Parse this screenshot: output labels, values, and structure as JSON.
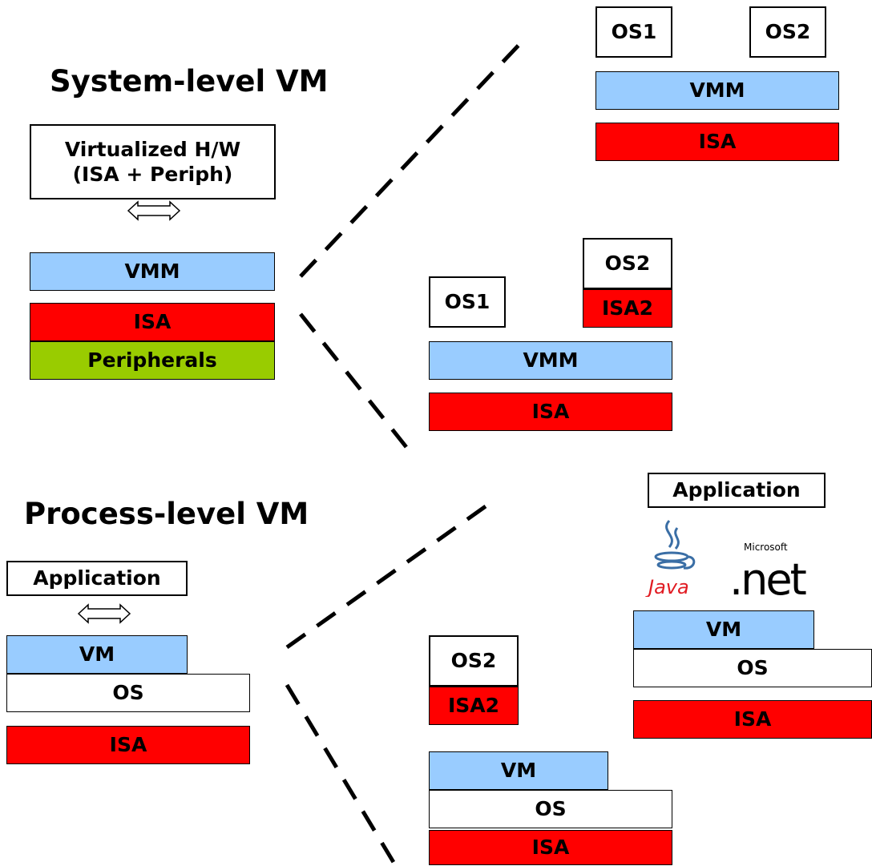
{
  "system_level": {
    "title": "System-level VM",
    "virtualized_hw": {
      "line1": "Virtualized H/W",
      "line2": "(ISA + Periph)"
    },
    "vmm": "VMM",
    "isa": "ISA",
    "peripherals": "Peripherals",
    "config_a": {
      "os1": "OS1",
      "os2": "OS2",
      "vmm": "VMM",
      "isa": "ISA"
    },
    "config_b": {
      "os1": "OS1",
      "os2": "OS2",
      "isa2": "ISA2",
      "vmm": "VMM",
      "isa": "ISA"
    }
  },
  "process_level": {
    "title": "Process-level VM",
    "application": "Application",
    "vm": "VM",
    "os": "OS",
    "isa": "ISA",
    "config_a": {
      "application": "Application",
      "java_logo_text": "Java",
      "net_logo_text": ".net",
      "net_logo_small": "Microsoft",
      "vm": "VM",
      "os": "OS",
      "isa": "ISA"
    },
    "config_b": {
      "os2": "OS2",
      "isa2": "ISA2",
      "vm": "VM",
      "os": "OS",
      "isa": "ISA"
    }
  },
  "colors": {
    "vmm_blue": "#99ccff",
    "isa_red": "#ff0000",
    "peripheral_green": "#99cc00"
  },
  "icons": [
    "double-arrow-icon",
    "java-logo-icon",
    "dotnet-logo-icon"
  ]
}
